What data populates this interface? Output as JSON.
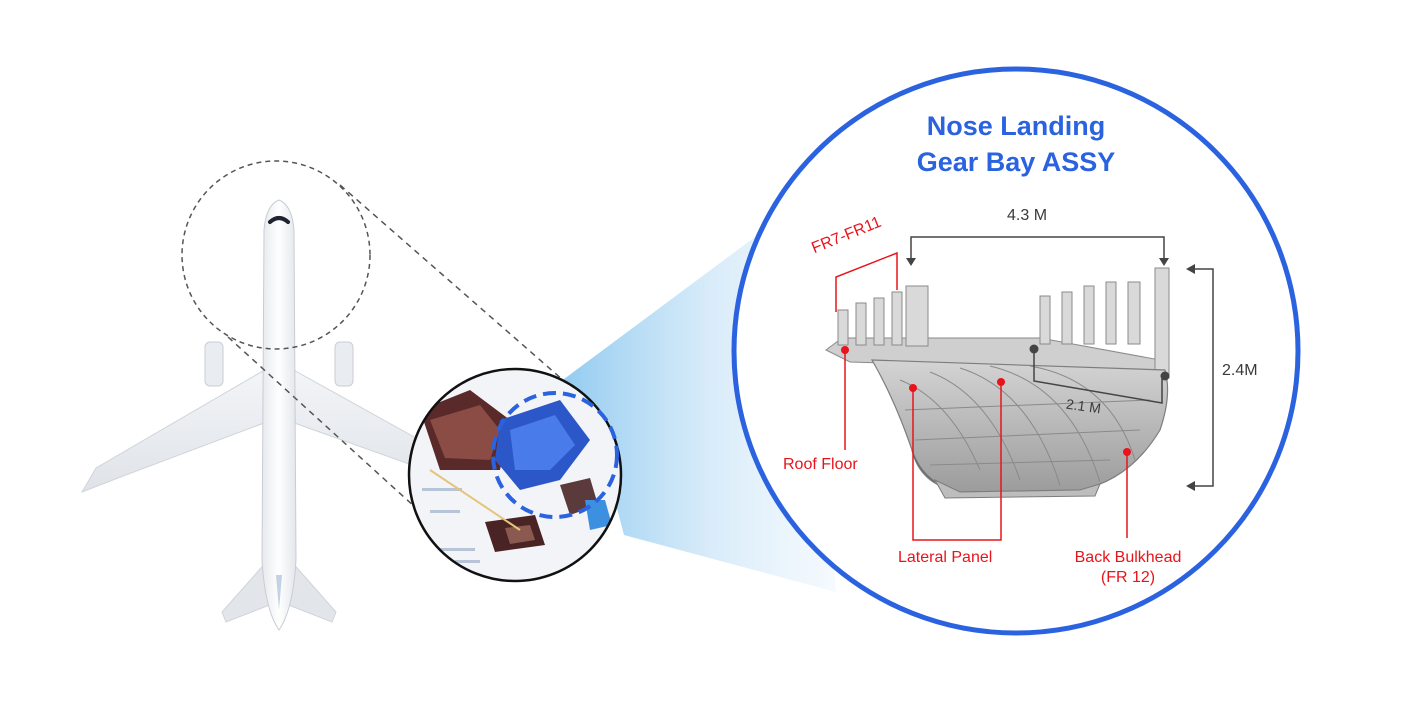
{
  "title": {
    "line1": "Nose Landing",
    "line2": "Gear Bay ASSY"
  },
  "labels": {
    "frames": "FR7-FR11",
    "roof_floor": "Roof Floor",
    "lateral_panel": "Lateral Panel",
    "back_bulkhead_line1": "Back Bulkhead",
    "back_bulkhead_line2": "(FR 12)"
  },
  "dimensions": {
    "length": "4.3 M",
    "height": "2.4M",
    "width": "2.1 M"
  },
  "colors": {
    "accent_blue": "#2a62e0",
    "label_red": "#e8141b",
    "dimension_gray": "#3a3a3a"
  }
}
